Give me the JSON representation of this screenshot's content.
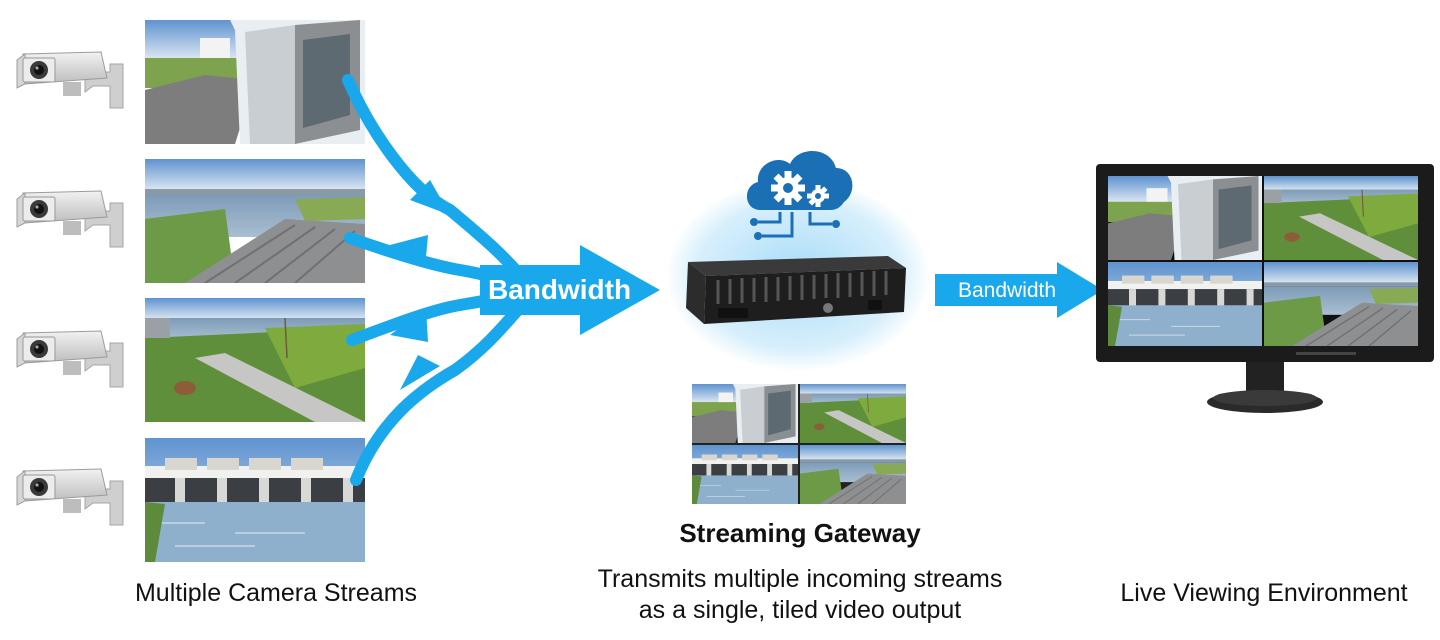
{
  "diagram": {
    "left_caption": "Multiple Camera Streams",
    "center_title": "Streaming Gateway",
    "center_caption_line1": "Transmits multiple incoming streams",
    "center_caption_line2": "as a single, tiled video output",
    "right_caption": "Live Viewing Environment",
    "merge_arrow_label": "Bandwidth",
    "output_arrow_label": "Bandwidth",
    "camera_count": 4,
    "icons": [
      "security-camera-icon",
      "cloud-gears-icon",
      "gateway-box-icon",
      "monitor-icon"
    ],
    "colors": {
      "arrow": "#1aa8ec",
      "cloud": "#1a6fb5",
      "text": "#111111"
    }
  }
}
